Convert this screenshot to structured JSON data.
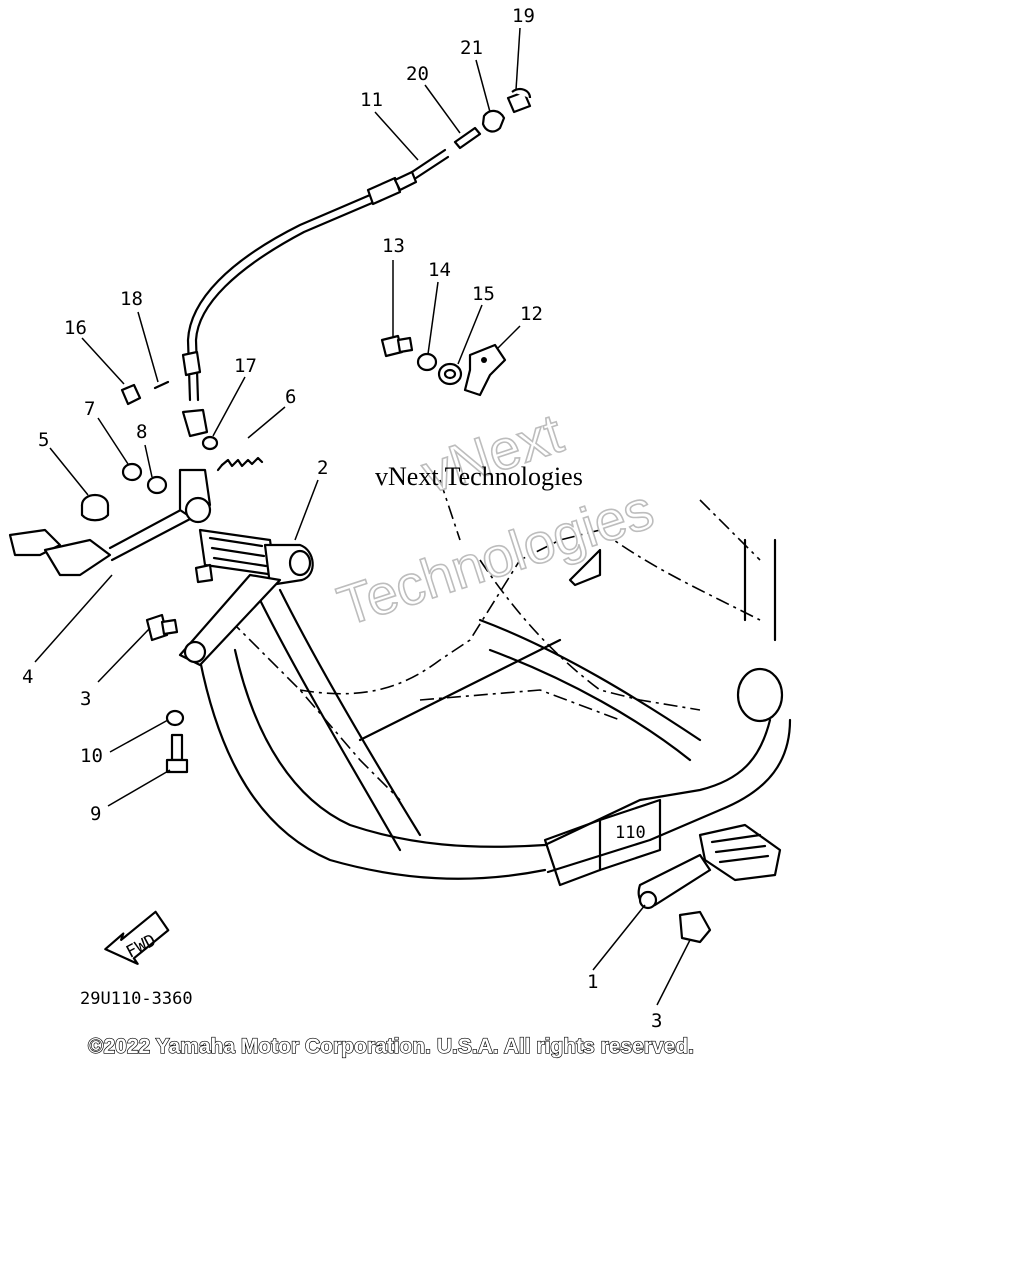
{
  "diagram": {
    "callouts": [
      {
        "id": "c19",
        "label": "19"
      },
      {
        "id": "c21",
        "label": "21"
      },
      {
        "id": "c20",
        "label": "20"
      },
      {
        "id": "c11",
        "label": "11"
      },
      {
        "id": "c13",
        "label": "13"
      },
      {
        "id": "c14",
        "label": "14"
      },
      {
        "id": "c15",
        "label": "15"
      },
      {
        "id": "c12",
        "label": "12"
      },
      {
        "id": "c18",
        "label": "18"
      },
      {
        "id": "c16",
        "label": "16"
      },
      {
        "id": "c17",
        "label": "17"
      },
      {
        "id": "c6",
        "label": "6"
      },
      {
        "id": "c7",
        "label": "7"
      },
      {
        "id": "c8",
        "label": "8"
      },
      {
        "id": "c5",
        "label": "5"
      },
      {
        "id": "c2",
        "label": "2"
      },
      {
        "id": "c4",
        "label": "4"
      },
      {
        "id": "c3a",
        "label": "3"
      },
      {
        "id": "c10",
        "label": "10"
      },
      {
        "id": "c9",
        "label": "9"
      },
      {
        "id": "c1",
        "label": "1"
      },
      {
        "id": "c3b",
        "label": "3"
      }
    ],
    "fwd_label": "FWD",
    "part_code": "29U110-3360",
    "copyright": "©2022 Yamaha Motor Corporation. U.S.A. All rights reserved.",
    "watermark": {
      "line1": "vNext",
      "line2": "Technologies",
      "inline": "vNext Technologies"
    }
  }
}
